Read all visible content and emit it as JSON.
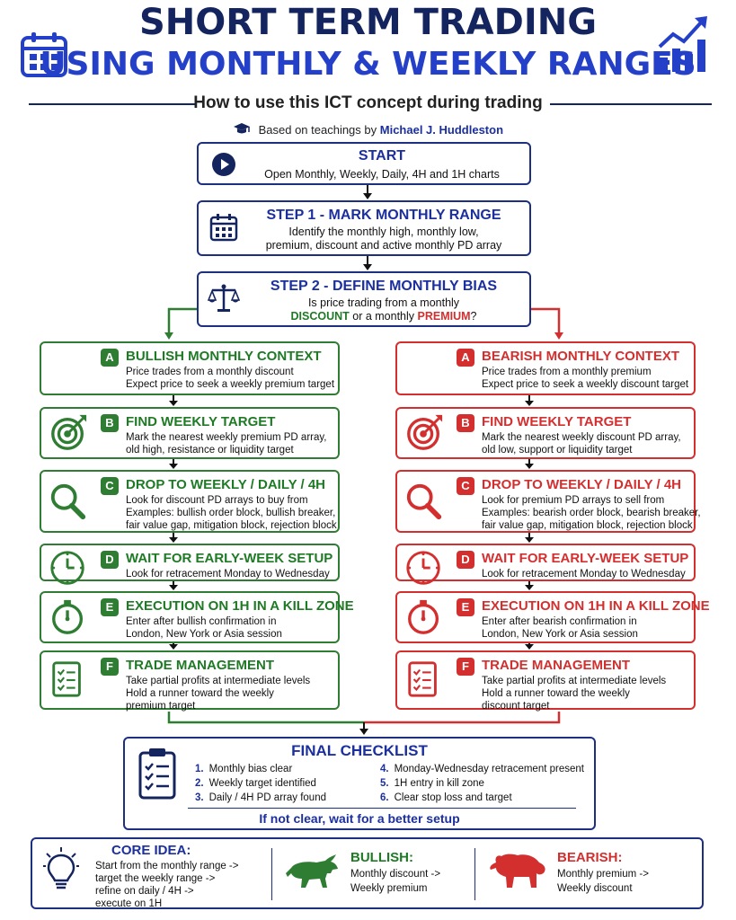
{
  "header": {
    "title_line1": "SHORT TERM TRADING",
    "title_line2": "USING MONTHLY & WEEKLY RANGES",
    "subtitle": "How to use this ICT concept during trading",
    "credit_prefix": "Based on teachings by",
    "credit_name": "Michael J. Huddleston"
  },
  "colors": {
    "navy": "#14245e",
    "blue": "#2540c8",
    "green": "#2e7d32",
    "red": "#d32f2f"
  },
  "start": {
    "title": "START",
    "text": "Open Monthly, Weekly, Daily, 4H and 1H charts",
    "icon": "play-icon"
  },
  "step1": {
    "title": "STEP 1 - MARK MONTHLY RANGE",
    "line1": "Identify the monthly high, monthly low,",
    "line2": "premium, discount and active monthly PD array",
    "icon": "calendar-icon"
  },
  "step2": {
    "title": "STEP 2 - DEFINE MONTHLY BIAS",
    "line1": "Is price trading from a monthly",
    "discount": "DISCOUNT",
    "or": "or a monthly",
    "premium": "PREMIUM",
    "q": "?",
    "icon": "scale-icon"
  },
  "bullish": [
    {
      "badge": "A",
      "title": "BULLISH MONTHLY CONTEXT",
      "lines": [
        "Price trades from a monthly discount",
        "Expect price to seek a weekly premium target"
      ],
      "icon": "bull-icon"
    },
    {
      "badge": "B",
      "title": "FIND WEEKLY TARGET",
      "lines": [
        "Mark the nearest weekly premium PD array,",
        "old high, resistance or liquidity target"
      ],
      "icon": "target-icon"
    },
    {
      "badge": "C",
      "title": "DROP TO WEEKLY / DAILY / 4H",
      "lines": [
        "Look for discount PD arrays to buy from",
        "Examples: bullish order block, bullish breaker,",
        "fair value gap, mitigation block, rejection block"
      ],
      "icon": "magnifier-icon"
    },
    {
      "badge": "D",
      "title": "WAIT FOR EARLY-WEEK SETUP",
      "lines": [
        "Look for retracement Monday to Wednesday"
      ],
      "icon": "clock-icon"
    },
    {
      "badge": "E",
      "title": "EXECUTION ON 1H IN A KILL ZONE",
      "lines": [
        "Enter after bullish confirmation in",
        "London, New York or Asia session"
      ],
      "icon": "stopwatch-icon"
    },
    {
      "badge": "F",
      "title": "TRADE MANAGEMENT",
      "lines": [
        "Take partial profits at intermediate levels",
        "Hold a runner toward the weekly",
        "premium target"
      ],
      "icon": "checklist-icon"
    }
  ],
  "bearish": [
    {
      "badge": "A",
      "title": "BEARISH MONTHLY CONTEXT",
      "lines": [
        "Price trades from a monthly premium",
        "Expect price to seek a weekly discount target"
      ],
      "icon": "bear-icon"
    },
    {
      "badge": "B",
      "title": "FIND WEEKLY TARGET",
      "lines": [
        "Mark the nearest weekly discount PD array,",
        "old low, support or liquidity target"
      ],
      "icon": "target-icon"
    },
    {
      "badge": "C",
      "title": "DROP TO WEEKLY / DAILY / 4H",
      "lines": [
        "Look for premium PD arrays to sell from",
        "Examples: bearish order block, bearish breaker,",
        "fair value gap, mitigation block, rejection block"
      ],
      "icon": "magnifier-icon"
    },
    {
      "badge": "D",
      "title": "WAIT FOR EARLY-WEEK SETUP",
      "lines": [
        "Look for retracement Monday to Wednesday"
      ],
      "icon": "clock-icon"
    },
    {
      "badge": "E",
      "title": "EXECUTION ON 1H IN A KILL ZONE",
      "lines": [
        "Enter after bearish confirmation in",
        "London, New York or Asia session"
      ],
      "icon": "stopwatch-icon"
    },
    {
      "badge": "F",
      "title": "TRADE MANAGEMENT",
      "lines": [
        "Take partial profits at intermediate levels",
        "Hold a runner toward the weekly",
        "discount target"
      ],
      "icon": "checklist-icon"
    }
  ],
  "checklist": {
    "title": "FINAL CHECKLIST",
    "items": [
      {
        "n": "1.",
        "text": "Monthly bias clear"
      },
      {
        "n": "2.",
        "text": "Weekly target identified"
      },
      {
        "n": "3.",
        "text": "Daily / 4H PD array found"
      },
      {
        "n": "4.",
        "text": "Monday-Wednesday retracement present"
      },
      {
        "n": "5.",
        "text": "1H entry in kill zone"
      },
      {
        "n": "6.",
        "text": "Clear stop loss and target"
      }
    ],
    "footer": "If not clear, wait for a better setup",
    "icon": "clipboard-icon"
  },
  "core": {
    "title": "CORE IDEA:",
    "lines": [
      "Start from the monthly range ->",
      "target the weekly range ->",
      "refine on daily / 4H ->",
      "execute on 1H"
    ],
    "bull_title": "BULLISH:",
    "bull_lines": [
      "Monthly discount ->",
      "Weekly premium"
    ],
    "bear_title": "BEARISH:",
    "bear_lines": [
      "Monthly premium ->",
      "Weekly discount"
    ],
    "icon": "lightbulb-icon"
  }
}
